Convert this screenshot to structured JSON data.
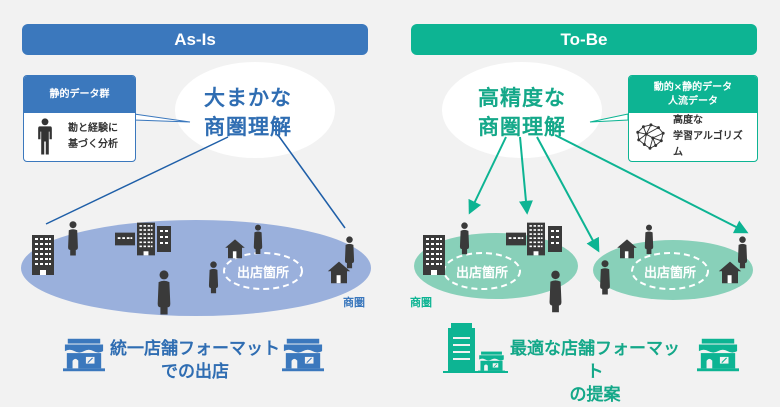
{
  "colors": {
    "asis_accent": "#3b78bd",
    "tobe_accent": "#0db493",
    "asis_zone": "#9ab0dc",
    "tobe_zone": "#88d0b9",
    "silhouette": "#3a3a3a",
    "background": "#f2f2f2"
  },
  "asis": {
    "header": "As-Is",
    "bubble": {
      "line1": "大まかな",
      "line2": "商圏理解"
    },
    "card": {
      "title": "静的データ群",
      "icon": "person-icon",
      "body_line1": "勘と経験に",
      "body_line2": "基づく分析"
    },
    "shop_label": "出店箇所",
    "zone_label": "商圏",
    "footer": {
      "line1": "統一店舗フォーマット",
      "line2": "での出店"
    },
    "footer_icons": [
      "storefront-icon",
      "storefront-icon"
    ]
  },
  "tobe": {
    "header": "To-Be",
    "bubble": {
      "line1": "高精度な",
      "line2": "商圏理解"
    },
    "card": {
      "title_line1": "動的×静的データ",
      "title_line2": "人流データ",
      "icon": "neural-brain-icon",
      "body_line1": "高度な",
      "body_line2": "学習アルゴリズム"
    },
    "shop_labels": [
      "出店箇所",
      "出店箇所"
    ],
    "zone_label": "商圏",
    "footer": {
      "line1": "最適な店舗フォーマット",
      "line2": "の提案"
    },
    "footer_icons": [
      "building-with-shop-icon",
      "storefront-icon"
    ]
  }
}
